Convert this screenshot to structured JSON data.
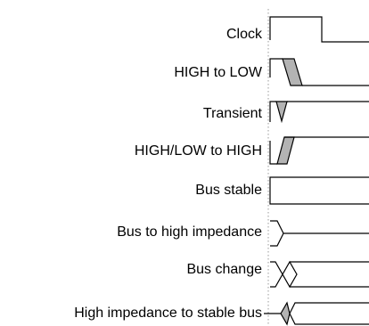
{
  "signals": [
    {
      "key": "clock",
      "label": "Clock"
    },
    {
      "key": "high_to_low",
      "label": "HIGH to LOW"
    },
    {
      "key": "transient",
      "label": "Transient"
    },
    {
      "key": "highlow_to_high",
      "label": "HIGH/LOW to HIGH"
    },
    {
      "key": "bus_stable",
      "label": "Bus stable"
    },
    {
      "key": "bus_to_highz",
      "label": "Bus to high impedance"
    },
    {
      "key": "bus_change",
      "label": "Bus change"
    },
    {
      "key": "highz_to_bus",
      "label": "High impedance to stable bus"
    }
  ],
  "colors": {
    "line": "#000000",
    "transition_fill": "#b3b3b3",
    "divider": "#9a9a9a",
    "background": "#ffffff"
  }
}
